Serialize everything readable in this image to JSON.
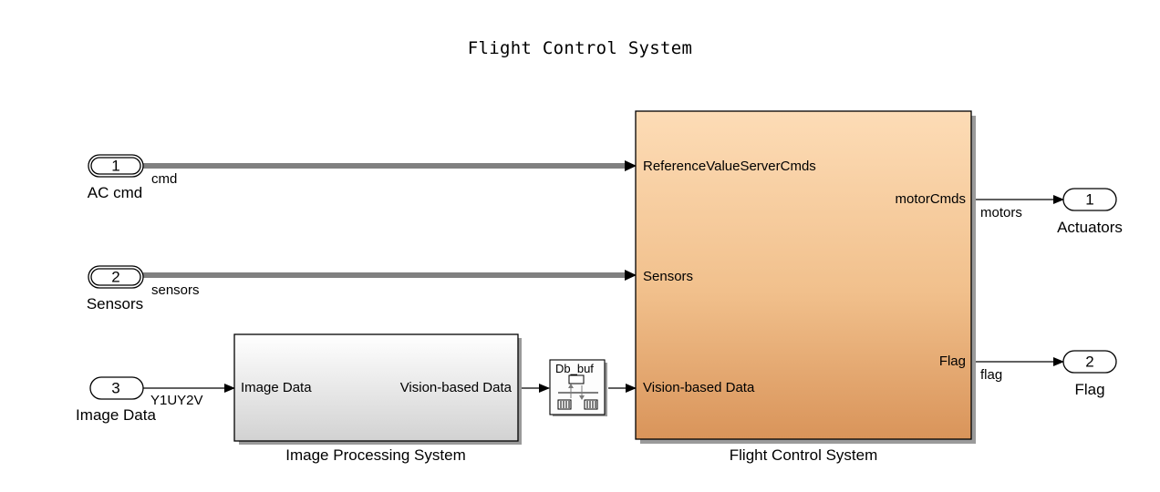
{
  "diagram": {
    "title": "Flight Control System"
  },
  "inports": [
    {
      "number": "1",
      "label": "AC cmd"
    },
    {
      "number": "2",
      "label": "Sensors"
    },
    {
      "number": "3",
      "label": "Image Data"
    }
  ],
  "outports": [
    {
      "number": "1",
      "label": "Actuators"
    },
    {
      "number": "2",
      "label": "Flag"
    }
  ],
  "signals": {
    "cmd": "cmd",
    "sensors": "sensors",
    "image": "Y1UY2V",
    "motors": "motors",
    "flag": "flag"
  },
  "image_processing_block": {
    "name": "Image Processing System",
    "input_port": "Image Data",
    "output_port": "Vision-based Data"
  },
  "buffer_block": {
    "label": "Db_buf"
  },
  "flight_control_block": {
    "name": "Flight Control System",
    "input_ports": [
      "ReferenceValueServerCmds",
      "Sensors",
      "Vision-based Data"
    ],
    "output_ports": [
      "motorCmds",
      "Flag"
    ],
    "gradient_top": "#fddcb6",
    "gradient_bottom": "#d9945a"
  }
}
